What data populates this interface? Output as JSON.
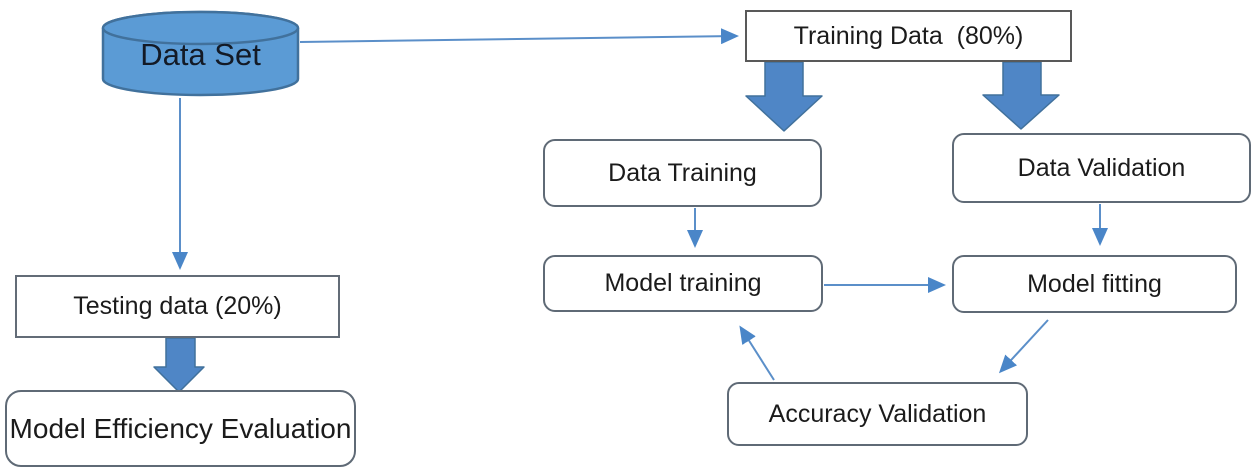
{
  "diagram": {
    "type": "flowchart",
    "nodes": {
      "dataset": {
        "label": "Data Set",
        "shape": "cylinder"
      },
      "training_data": {
        "label": "Training Data  (80%)",
        "shape": "rectangle"
      },
      "data_training": {
        "label": "Data Training",
        "shape": "rounded-rectangle"
      },
      "data_validation": {
        "label": "Data Validation",
        "shape": "rounded-rectangle"
      },
      "model_training": {
        "label": "Model training",
        "shape": "rounded-rectangle"
      },
      "model_fitting": {
        "label": "Model fitting",
        "shape": "rounded-rectangle"
      },
      "accuracy_validation": {
        "label": "Accuracy Validation",
        "shape": "rounded-rectangle"
      },
      "testing_data": {
        "label": "Testing data (20%)",
        "shape": "rectangle"
      },
      "model_efficiency_evaluation": {
        "label": "Model Efficiency Evaluation",
        "shape": "rounded-rectangle"
      }
    },
    "edges": [
      {
        "from": "dataset",
        "to": "training_data",
        "style": "thin-arrow"
      },
      {
        "from": "dataset",
        "to": "testing_data",
        "style": "thin-arrow"
      },
      {
        "from": "training_data",
        "to": "data_training",
        "style": "block-arrow"
      },
      {
        "from": "training_data",
        "to": "data_validation",
        "style": "block-arrow"
      },
      {
        "from": "data_training",
        "to": "model_training",
        "style": "thin-arrow"
      },
      {
        "from": "data_validation",
        "to": "model_fitting",
        "style": "thin-arrow"
      },
      {
        "from": "model_training",
        "to": "model_fitting",
        "style": "thin-arrow"
      },
      {
        "from": "model_fitting",
        "to": "accuracy_validation",
        "style": "thin-arrow"
      },
      {
        "from": "accuracy_validation",
        "to": "model_training",
        "style": "thin-arrow"
      },
      {
        "from": "testing_data",
        "to": "model_efficiency_evaluation",
        "style": "block-arrow"
      }
    ],
    "colors": {
      "cylinder_fill": "#5b9bd5",
      "cylinder_border": "#41719c",
      "block_arrow_fill": "#4f86c6",
      "block_arrow_border": "#41719c",
      "thin_arrow": "#5b8fc9",
      "box_border_dark": "#595959",
      "box_border_slate": "#5f6a76",
      "text": "#1b1b1b",
      "background": "#ffffff"
    }
  }
}
